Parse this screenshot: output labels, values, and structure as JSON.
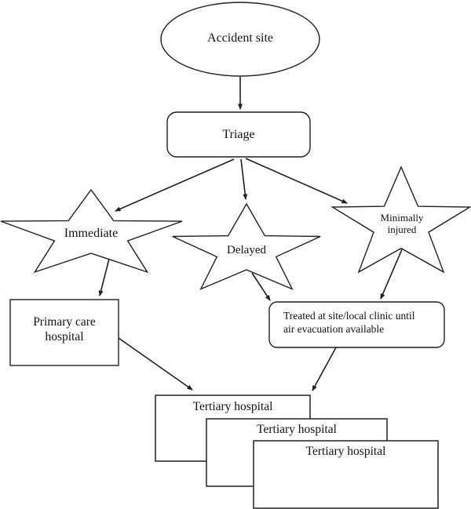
{
  "diagram": {
    "background_color": "#ffffff",
    "stroke_color": "#1f1f1f",
    "nodes": {
      "accident_site": {
        "shape": "ellipse",
        "label": "Accident site"
      },
      "triage": {
        "shape": "rounded-rectangle",
        "label": "Triage"
      },
      "immediate": {
        "shape": "star",
        "label": "Immediate"
      },
      "delayed": {
        "shape": "star",
        "label": "Delayed"
      },
      "minimally_injured": {
        "shape": "star",
        "label": "Minimally injured",
        "line1": "Minimally",
        "line2": "injured"
      },
      "primary_care_hospital": {
        "shape": "rectangle",
        "label": "Primary care hospital",
        "line1": "Primary care",
        "line2": "hospital"
      },
      "treated_at_site": {
        "shape": "rounded-rectangle",
        "label": "Treated at site/local clinic until air evacuation available",
        "line1": "Treated at site/local clinic until",
        "line2": "air evacuation available"
      },
      "tertiary_hospitals": [
        {
          "shape": "rectangle",
          "label": "Tertiary hospital"
        },
        {
          "shape": "rectangle",
          "label": "Tertiary hospital"
        },
        {
          "shape": "rectangle",
          "label": "Tertiary hospital"
        }
      ]
    },
    "edges": [
      {
        "from": "accident_site",
        "to": "triage"
      },
      {
        "from": "triage",
        "to": "immediate"
      },
      {
        "from": "triage",
        "to": "delayed"
      },
      {
        "from": "triage",
        "to": "minimally_injured"
      },
      {
        "from": "immediate",
        "to": "primary_care_hospital"
      },
      {
        "from": "delayed",
        "to": "treated_at_site"
      },
      {
        "from": "minimally_injured",
        "to": "treated_at_site"
      },
      {
        "from": "primary_care_hospital",
        "to": "tertiary_hospitals"
      },
      {
        "from": "treated_at_site",
        "to": "tertiary_hospitals"
      }
    ]
  }
}
